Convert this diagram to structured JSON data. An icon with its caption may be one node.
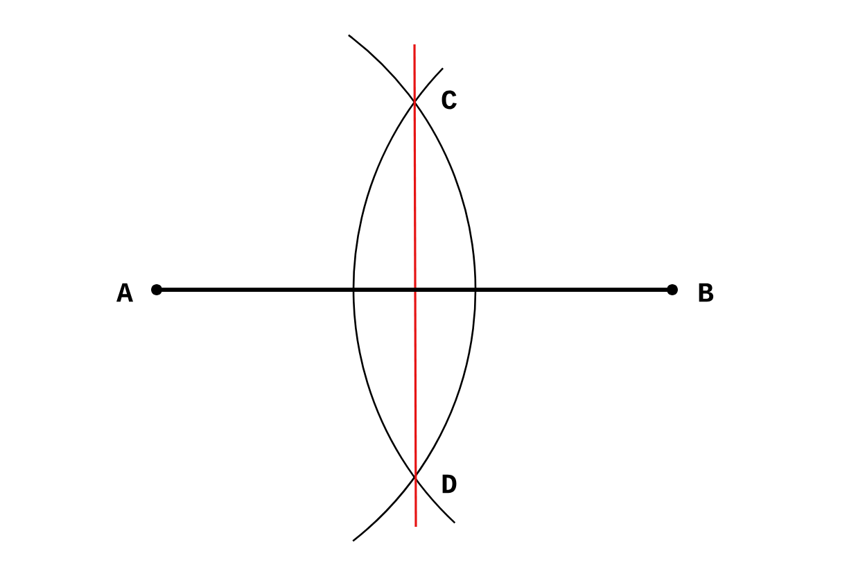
{
  "diagram": {
    "nodes": [
      {
        "text": [],
        "shape": "circle",
        "beside": [
          "A"
        ]
      },
      {
        "text": [],
        "shape": "circle",
        "beside": [
          "B"
        ]
      }
    ],
    "edges": [
      {
        "from": 0,
        "to": 1,
        "arrow": "none"
      }
    ],
    "labels": [
      "C",
      "D"
    ]
  }
}
